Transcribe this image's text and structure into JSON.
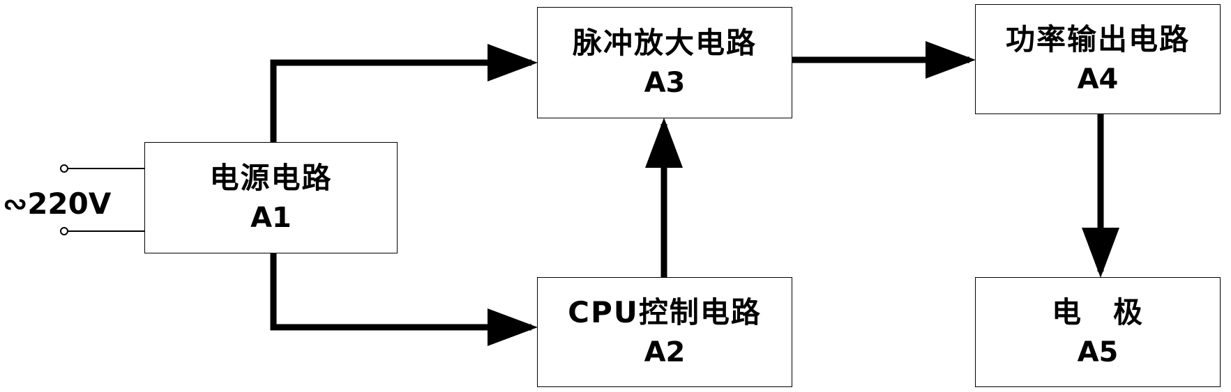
{
  "input": {
    "label": "∾220V"
  },
  "blocks": {
    "a1": {
      "name": "电源电路",
      "code": "A1"
    },
    "a2": {
      "name": "CPU控制电路",
      "code": "A2"
    },
    "a3": {
      "name": "脉冲放大电路",
      "code": "A3"
    },
    "a4": {
      "name": "功率输出电路",
      "code": "A4"
    },
    "a5": {
      "name": "电　极",
      "code": "A5"
    }
  }
}
